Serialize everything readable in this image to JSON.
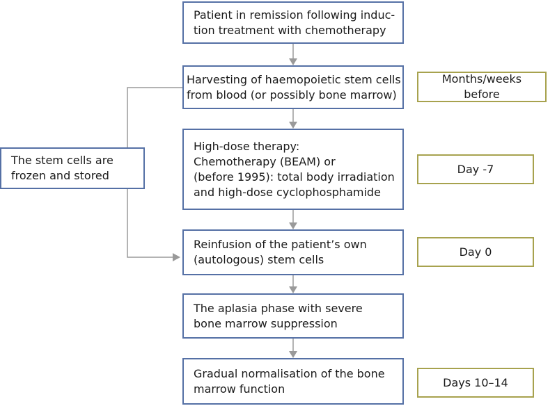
{
  "steps": [
    {
      "lines": [
        "Patient in remission following induc-",
        "tion treatment with chemotherapy"
      ]
    },
    {
      "lines": [
        "Harvesting of haemopoietic stem cells",
        "from blood (or possibly bone marrow)"
      ]
    },
    {
      "lines": [
        "High-dose therapy:",
        "Chemotherapy (BEAM) or",
        "(before 1995): total body irradiation",
        "and high-dose cyclophosphamide"
      ]
    },
    {
      "lines": [
        "Reinfusion of the patient’s own",
        "(autologous) stem cells"
      ]
    },
    {
      "lines": [
        "The aplasia phase with severe",
        "bone marrow suppression"
      ]
    },
    {
      "lines": [
        "Gradual normalisation of the bone",
        "marrow function"
      ]
    }
  ],
  "side_box": {
    "lines": [
      "The stem cells are",
      "frozen and stored"
    ]
  },
  "timings": [
    "Months/weeks before",
    "Day -7",
    "Day 0",
    "Days 10–14"
  ],
  "colors": {
    "step_border": "#5570a5",
    "timing_border": "#a7a24e",
    "connector": "#9a9a9a"
  }
}
